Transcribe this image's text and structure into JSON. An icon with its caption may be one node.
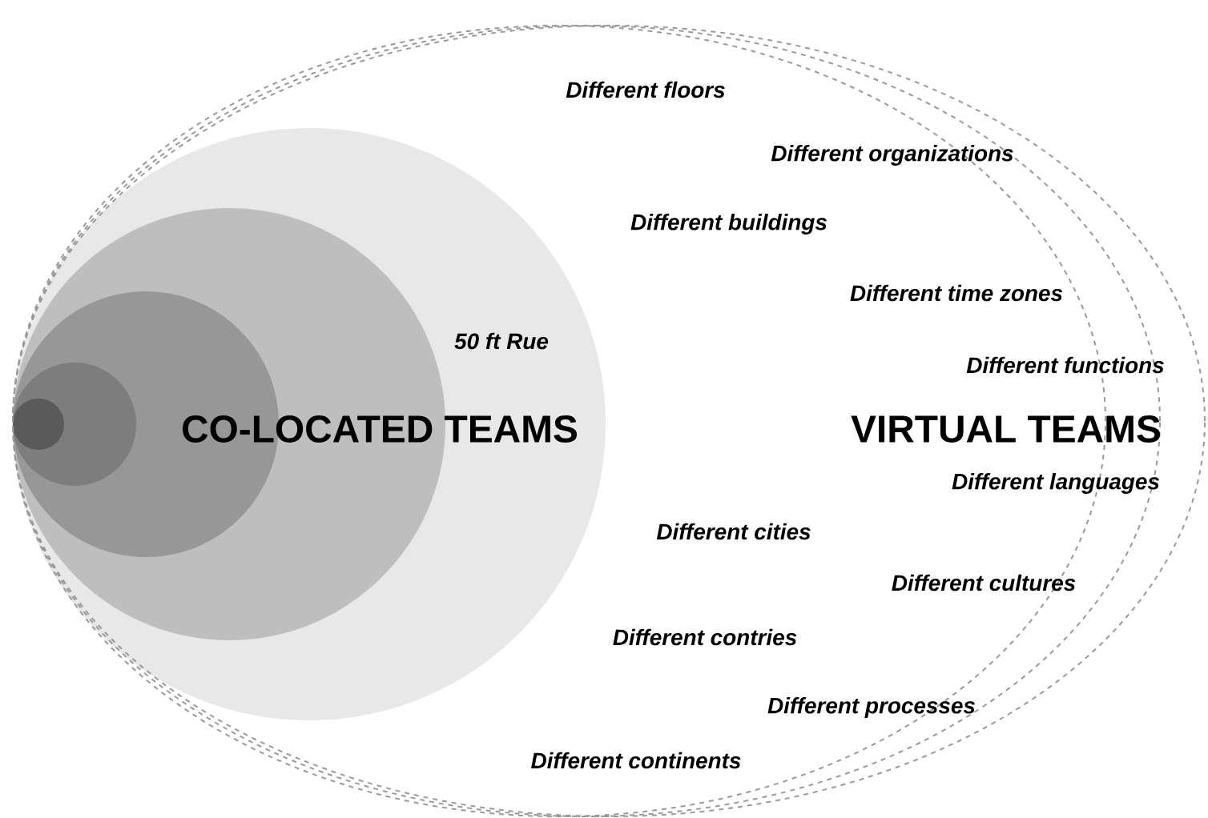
{
  "diagram": {
    "nodes": [
      {
        "text": [],
        "shape": "ellipse"
      },
      {
        "text": [],
        "shape": "ellipse",
        "in": 0
      },
      {
        "text": [],
        "shape": "ellipse",
        "in": 1
      },
      {
        "text": [],
        "shape": "circle",
        "in": 2
      },
      {
        "text": [],
        "shape": "circle",
        "in": 3
      },
      {
        "text": [],
        "shape": "circle",
        "in": 4
      },
      {
        "text": [],
        "shape": "circle",
        "in": 5
      },
      {
        "text": [],
        "shape": "circle",
        "in": 6
      }
    ],
    "labels": [
      "Different floors",
      "Different organizations",
      "Different buildings",
      "Different time zones",
      "50 ft Rue",
      "Different functions",
      "CO-LOCATED TEAMS",
      "VIRTUAL TEAMS",
      "Different languages",
      "Different cities",
      "Different cultures",
      "Different contries",
      "Different processes",
      "Different continents"
    ]
  }
}
